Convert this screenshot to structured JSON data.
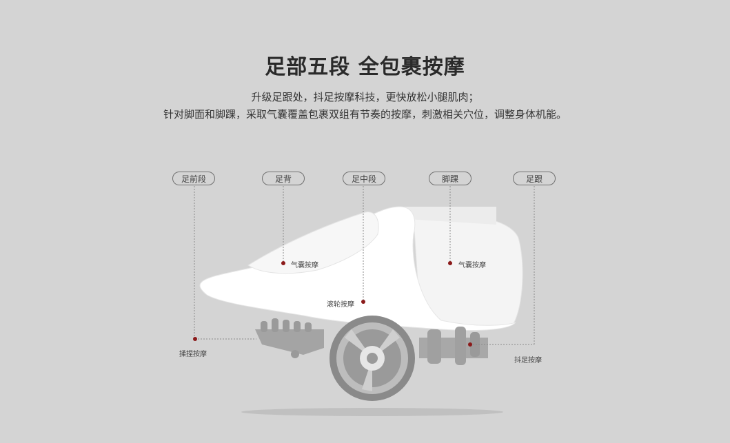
{
  "title": "足部五段 全包裹按摩",
  "subtitle_line1": "升级足跟处，抖足按摩科技，更快放松小腿肌肉；",
  "subtitle_line2": "针对脚面和脚踝，采取气囊覆盖包裹双组有节奏的按摩，刺激相关穴位，调整身体机能。",
  "segments": [
    {
      "label": "足前段"
    },
    {
      "label": "足背"
    },
    {
      "label": "足中段"
    },
    {
      "label": "脚踝"
    },
    {
      "label": "足跟"
    }
  ],
  "annotations": {
    "airbag_left": "气囊按摩",
    "airbag_right": "气囊按摩",
    "roller": "滚轮按摩",
    "kneading": "揉捏按摩",
    "shake": "抖足按摩"
  },
  "colors": {
    "background": "#d4d4d4",
    "marker": "#8b1a1a",
    "foot": "#ffffff",
    "mechanism": "#8a8a8a"
  }
}
